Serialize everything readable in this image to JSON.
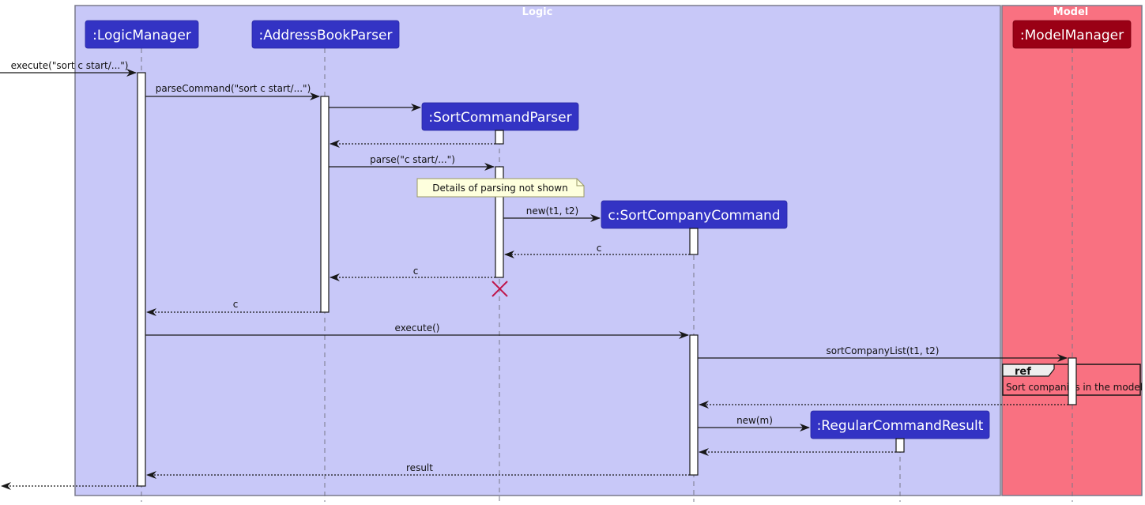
{
  "diagram": {
    "type": "sequence",
    "colors": {
      "logic_box_fill": "#C8C8F8",
      "model_box_fill": "#F97181",
      "box_border": "#7A7A8C",
      "logic_participant": "#3333C4",
      "model_participant": "#9A0015",
      "activation_fill": "#FFFFFF",
      "arrow": "#181818",
      "destroy": "#C0154A",
      "note_fill": "#FEFFDD",
      "ref_tag_fill": "#EEEEEE"
    },
    "boxes": [
      {
        "id": "logic",
        "title": "Logic"
      },
      {
        "id": "model",
        "title": "Model"
      }
    ],
    "participants": [
      {
        "id": "lm",
        "label": ":LogicManager",
        "box": "logic"
      },
      {
        "id": "abp",
        "label": ":AddressBookParser",
        "box": "logic"
      },
      {
        "id": "scp",
        "label": ":SortCommandParser",
        "box": "logic",
        "created": true,
        "destroyed": true
      },
      {
        "id": "scc",
        "label": "c:SortCompanyCommand",
        "box": "logic",
        "created": true
      },
      {
        "id": "rcr",
        "label": ":RegularCommandResult",
        "box": "logic",
        "created": true
      },
      {
        "id": "mm",
        "label": ":ModelManager",
        "box": "model"
      }
    ],
    "messages": [
      {
        "from": "external",
        "to": "lm",
        "label": "execute(\"sort c start/...\")",
        "kind": "sync"
      },
      {
        "from": "lm",
        "to": "abp",
        "label": "parseCommand(\"sort c start/...\")",
        "kind": "sync"
      },
      {
        "from": "abp",
        "to": "scp",
        "label": "",
        "kind": "create"
      },
      {
        "from": "scp",
        "to": "abp",
        "label": "",
        "kind": "return"
      },
      {
        "from": "abp",
        "to": "scp",
        "label": "parse(\"c start/...\")",
        "kind": "sync"
      },
      {
        "from": "scp",
        "to": "scc",
        "label": "new(t1, t2)",
        "kind": "create"
      },
      {
        "from": "scc",
        "to": "scp",
        "label": "c",
        "kind": "return"
      },
      {
        "from": "scp",
        "to": "abp",
        "label": "c",
        "kind": "return"
      },
      {
        "from": "abp",
        "to": "lm",
        "label": "c",
        "kind": "return"
      },
      {
        "from": "lm",
        "to": "scc",
        "label": "execute()",
        "kind": "sync"
      },
      {
        "from": "scc",
        "to": "mm",
        "label": "sortCompanyList(t1, t2)",
        "kind": "sync"
      },
      {
        "from": "mm",
        "to": "scc",
        "label": "",
        "kind": "return"
      },
      {
        "from": "scc",
        "to": "rcr",
        "label": "new(m)",
        "kind": "create"
      },
      {
        "from": "rcr",
        "to": "scc",
        "label": "",
        "kind": "return"
      },
      {
        "from": "scc",
        "to": "lm",
        "label": "result",
        "kind": "return"
      },
      {
        "from": "lm",
        "to": "external",
        "label": "",
        "kind": "return"
      }
    ],
    "note": {
      "text": "Details of parsing not shown",
      "over": "scp"
    },
    "ref": {
      "tag": "ref",
      "text": "Sort companies in the model",
      "over": "mm"
    }
  }
}
